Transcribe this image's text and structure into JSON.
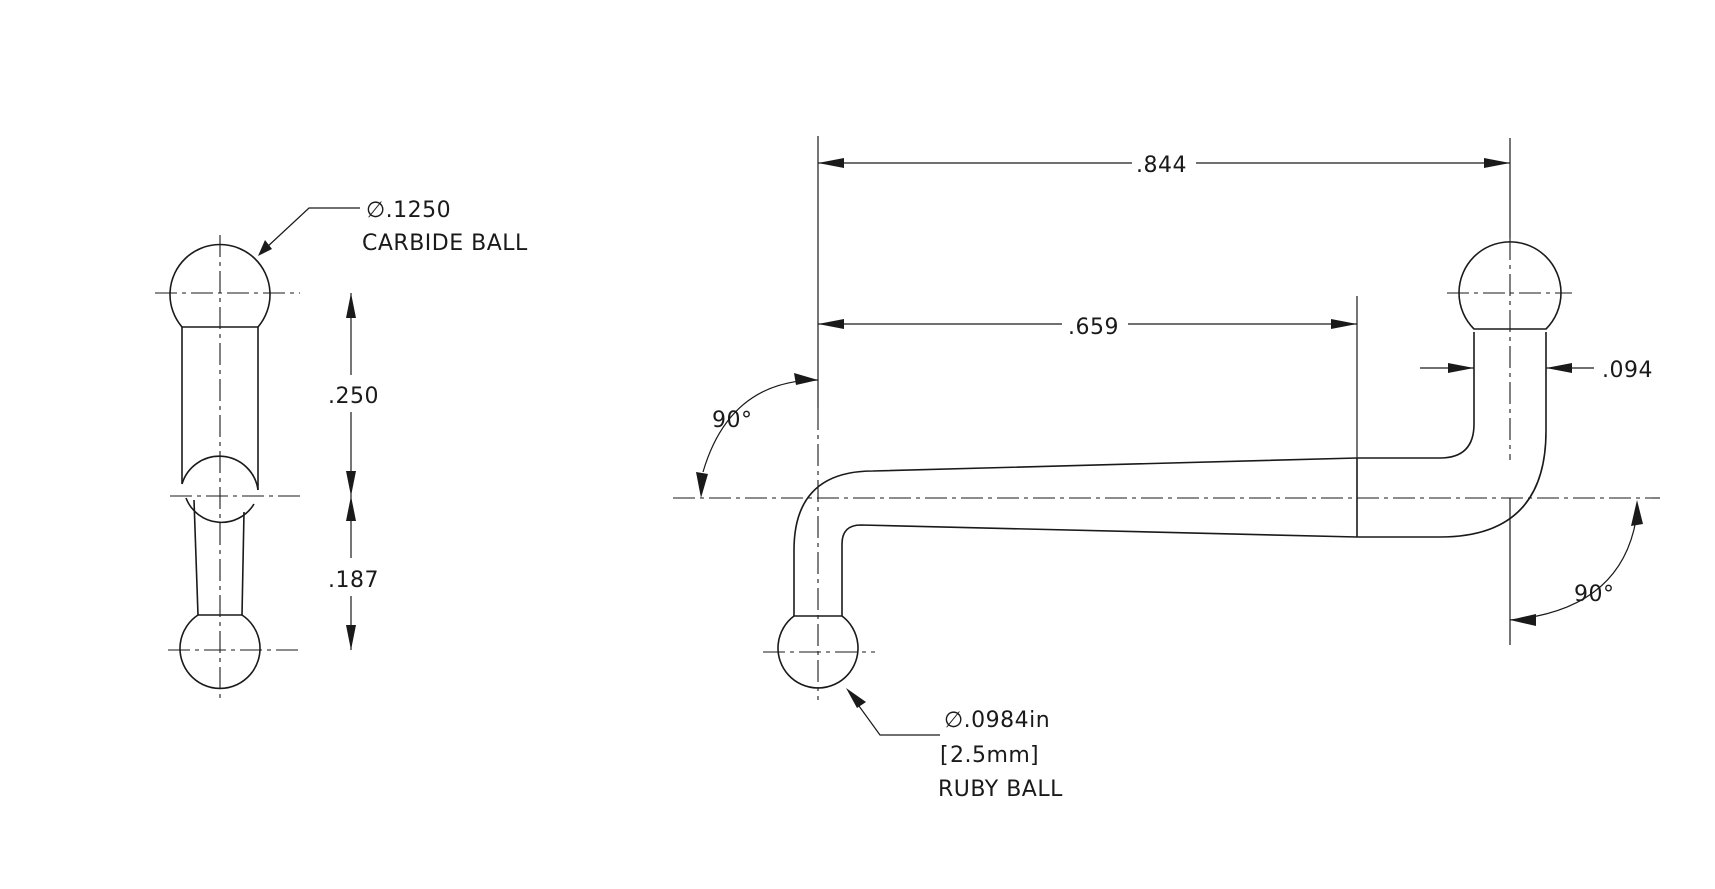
{
  "colors": {
    "ink": "#1a1a1a",
    "background": "#ffffff"
  },
  "side_view": {
    "top_ball_diameter": "∅.1250",
    "top_ball_material": "CARBIDE BALL",
    "dim_upper": ".250",
    "dim_lower": ".187"
  },
  "front_view": {
    "overall_length": ".844",
    "bend_length": ".659",
    "stem_diameter": ".094",
    "left_angle": "90°",
    "right_angle": "90°",
    "tip_ball_diameter": "∅.0984in",
    "tip_ball_metric": "2.5mm",
    "tip_ball_material": "RUBY BALL"
  }
}
